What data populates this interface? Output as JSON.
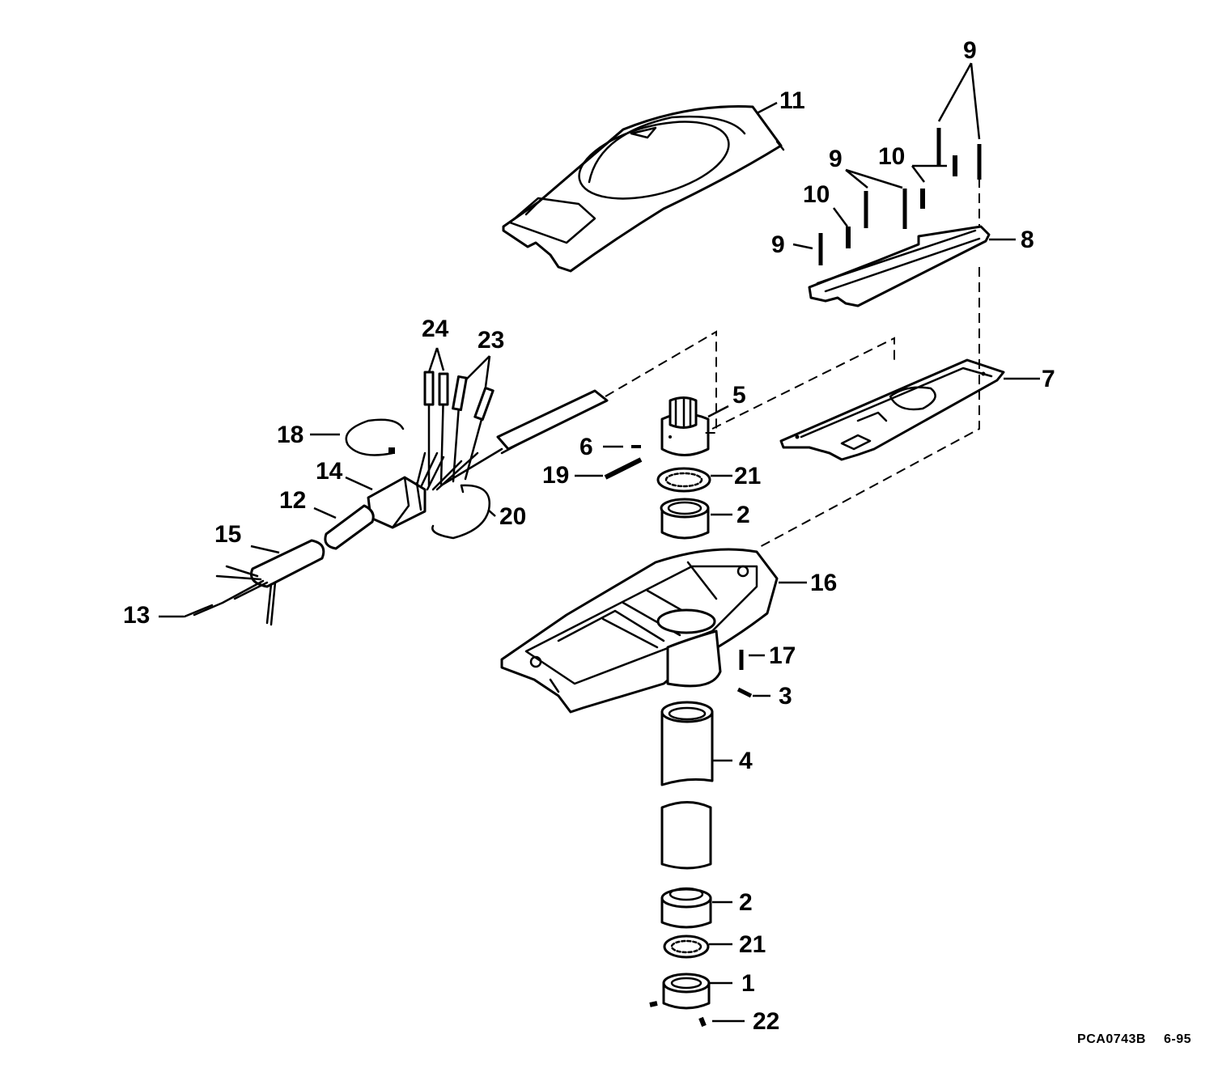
{
  "callouts": {
    "c1": "1",
    "c2a": "2",
    "c2b": "2",
    "c3": "3",
    "c4": "4",
    "c5": "5",
    "c6": "6",
    "c7": "7",
    "c8": "8",
    "c9a": "9",
    "c9b": "9",
    "c9c": "9",
    "c10a": "10",
    "c10b": "10",
    "c11": "11",
    "c12": "12",
    "c13": "13",
    "c14": "14",
    "c15": "15",
    "c16": "16",
    "c17": "17",
    "c18": "18",
    "c19": "19",
    "c20": "20",
    "c21a": "21",
    "c21b": "21",
    "c22": "22",
    "c23": "23",
    "c24": "24"
  },
  "footer": {
    "code": "PCA0743B",
    "date": "6-95"
  }
}
